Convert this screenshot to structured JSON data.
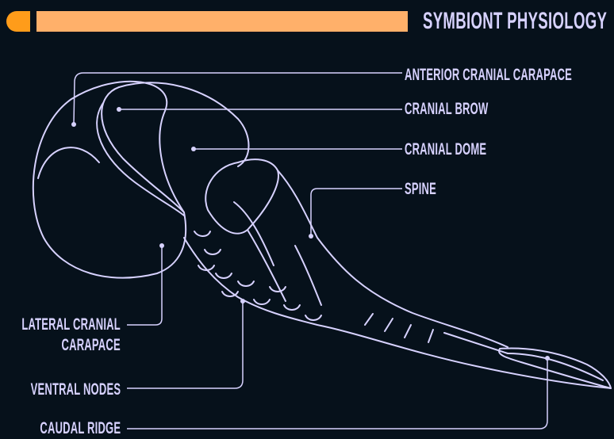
{
  "header": {
    "title": "SYMBIONT PHYSIOLOGY"
  },
  "labels": {
    "anterior_cranial_carapace": "ANTERIOR CRANIAL CARAPACE",
    "cranial_brow": "CRANIAL BROW",
    "cranial_dome": "CRANIAL DOME",
    "spine": "SPINE",
    "lateral_cranial_carapace_line1": "LATERAL CRANIAL",
    "lateral_cranial_carapace_line2": "CARAPACE",
    "ventral_nodes": "VENTRAL NODES",
    "caudal_ridge": "CAUDAL RIDGE"
  },
  "colors": {
    "background": "#06111b",
    "accent_orange": "#ff9c1a",
    "bar_peach": "#ffb06a",
    "line_lavender": "#d7d2ff"
  }
}
